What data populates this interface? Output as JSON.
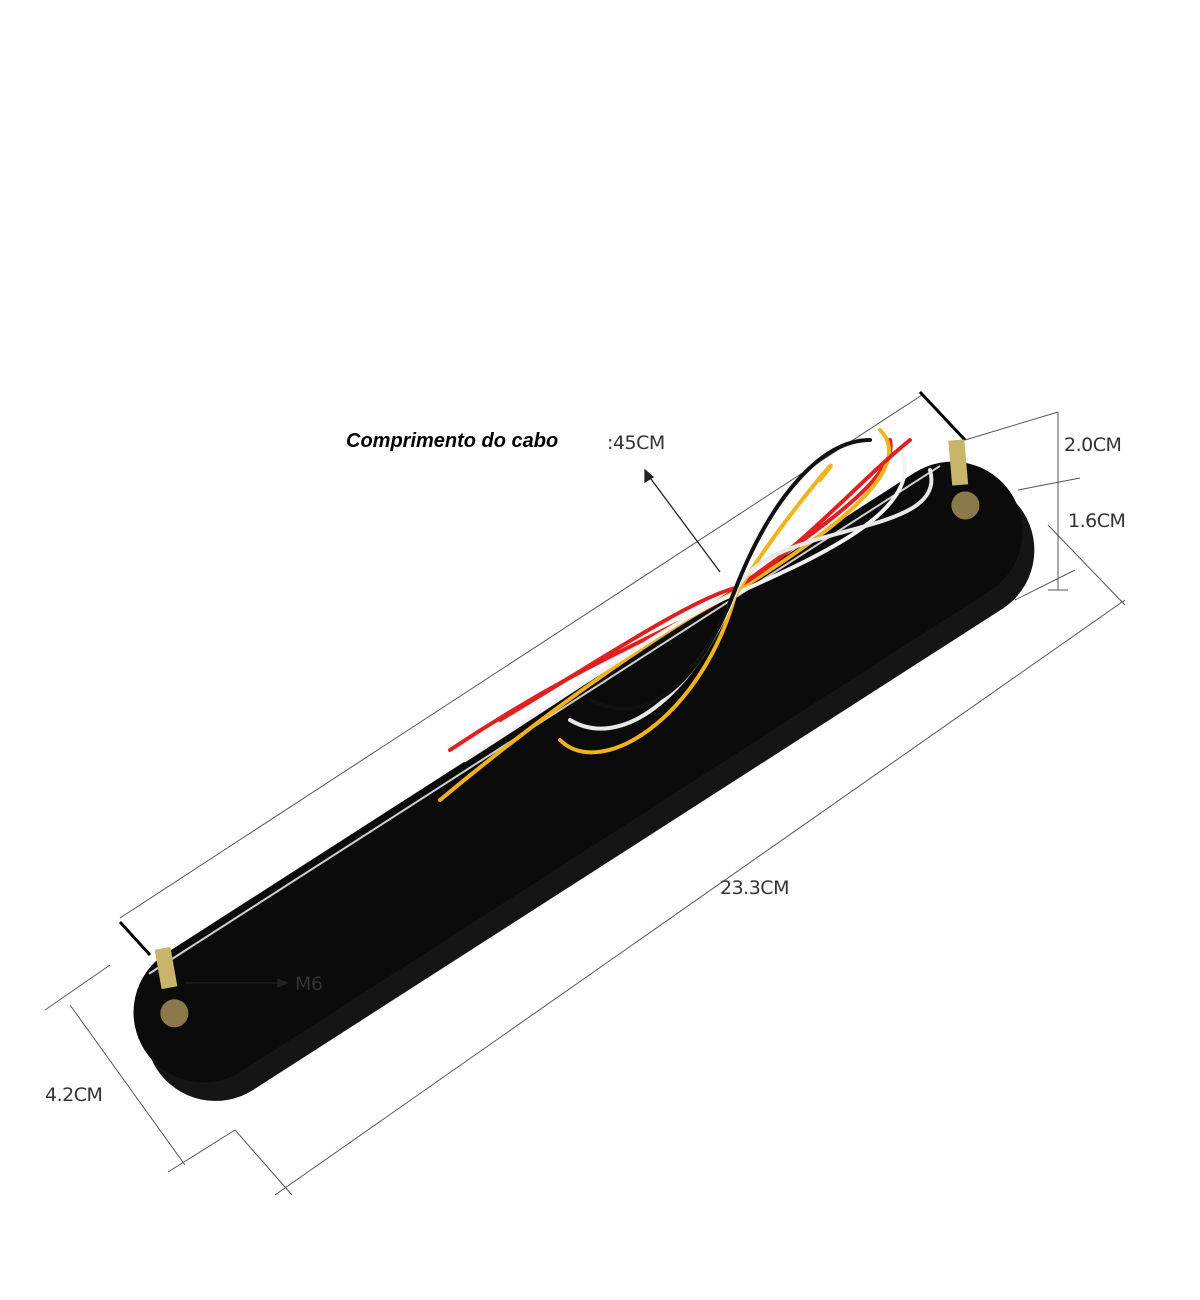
{
  "labels": {
    "cable_length_title": "Comprimento do cabo",
    "cable_length_value": ":45CM",
    "height_total": "2.0CM",
    "height_body": "1.6CM",
    "length": "23.3CM",
    "width": "4.2CM",
    "thread": "M6"
  },
  "colors": {
    "body": "#0b0b0b",
    "wire_red": "#e02020",
    "wire_yellow": "#f2b21a",
    "wire_white": "#f2f2f2",
    "wire_black": "#111111"
  }
}
